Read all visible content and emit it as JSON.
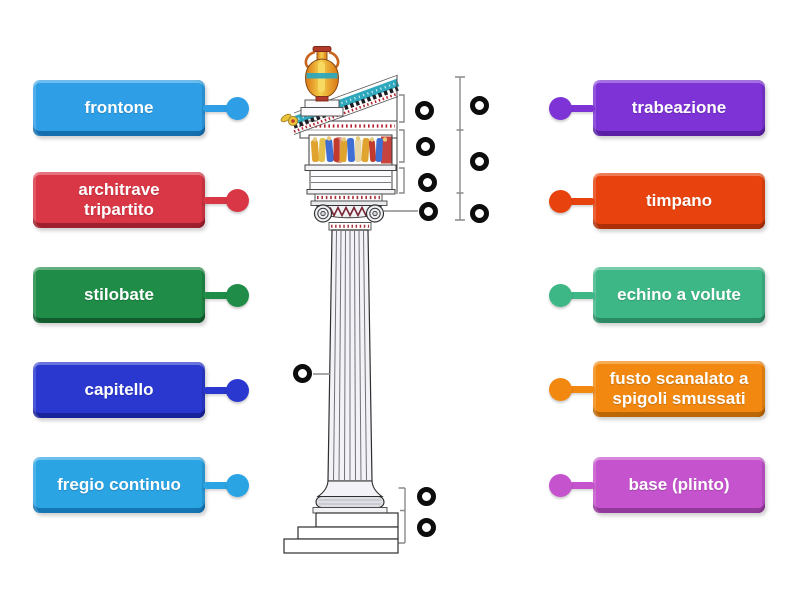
{
  "page": {
    "background": "#ffffff",
    "activity_type": "labelled-diagram",
    "subject": "Ionic column and temple entablature elevation"
  },
  "diagram": {
    "parts": [
      "acroterion-amphora",
      "raking-cornice",
      "horizontal-cornice",
      "figured-frieze",
      "tripartite-architrave",
      "abacus-bead-band",
      "ionic-capital-volutes",
      "astragal-bead-band",
      "fluted-shaft",
      "apophyge-torus-base",
      "three-step-crepidoma",
      "measure-brackets"
    ],
    "target_count": 10,
    "target_ring_color": "#0d0d0d",
    "target_fill_color": "#ffffff"
  },
  "labels": {
    "left": [
      {
        "text": "frontone",
        "color": "#2e9fe6",
        "dark": "#156fae"
      },
      {
        "text": "architrave tripartito",
        "color": "#da3746",
        "dark": "#9e1f2d"
      },
      {
        "text": "stilobate",
        "color": "#1f8c47",
        "dark": "#135c2e"
      },
      {
        "text": "capitello",
        "color": "#2a38d0",
        "dark": "#18229b"
      },
      {
        "text": "fregio continuo",
        "color": "#2ba4e4",
        "dark": "#1576b4"
      }
    ],
    "right": [
      {
        "text": "trabeazione",
        "color": "#7d33d6",
        "dark": "#5a1fa4"
      },
      {
        "text": "timpano",
        "color": "#e8430e",
        "dark": "#ad2f08"
      },
      {
        "text": "echino a volute",
        "color": "#3eb787",
        "dark": "#2b8a64"
      },
      {
        "text": "fusto scanalato a spigoli smussati",
        "color": "#f2880f",
        "dark": "#bb6706"
      },
      {
        "text": "base (plinto)",
        "color": "#c553cd",
        "dark": "#93399a"
      }
    ]
  }
}
